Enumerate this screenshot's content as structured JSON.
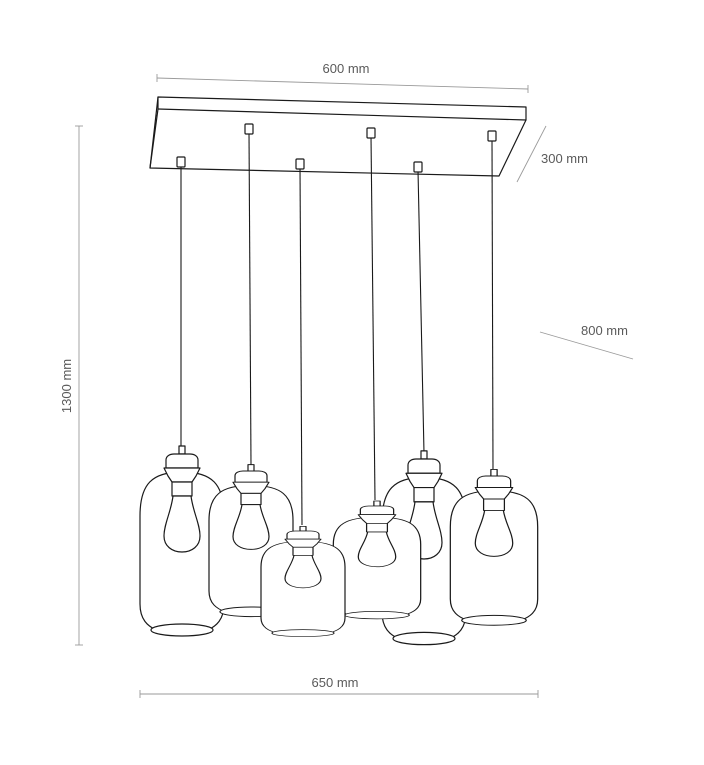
{
  "dimensions": {
    "top_width": "600 mm",
    "depth": "300 mm",
    "spread": "800 mm",
    "height": "1300 mm",
    "bottom_width": "650 mm"
  },
  "product": {
    "lamp_count": 6,
    "style": "pendant with glass shades and exposed filament bulbs",
    "line_color": "#1a1a1a",
    "dimension_color": "#9a9a9a"
  }
}
